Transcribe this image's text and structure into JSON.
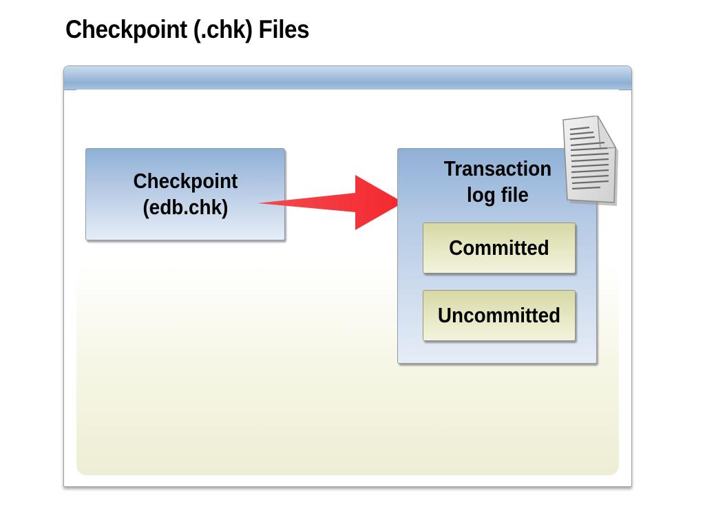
{
  "title": "Checkpoint (.chk) Files",
  "diagram": {
    "checkpoint": {
      "line1": "Checkpoint",
      "line2": "(edb.chk)"
    },
    "transaction_log": {
      "line1": "Transaction",
      "line2": "log file",
      "icon": "document-icon",
      "entries": [
        {
          "label": "Committed"
        },
        {
          "label": "Uncommitted"
        }
      ]
    },
    "arrow": {
      "from": "checkpoint",
      "to": "transaction_log",
      "color": "#f5333a"
    }
  }
}
